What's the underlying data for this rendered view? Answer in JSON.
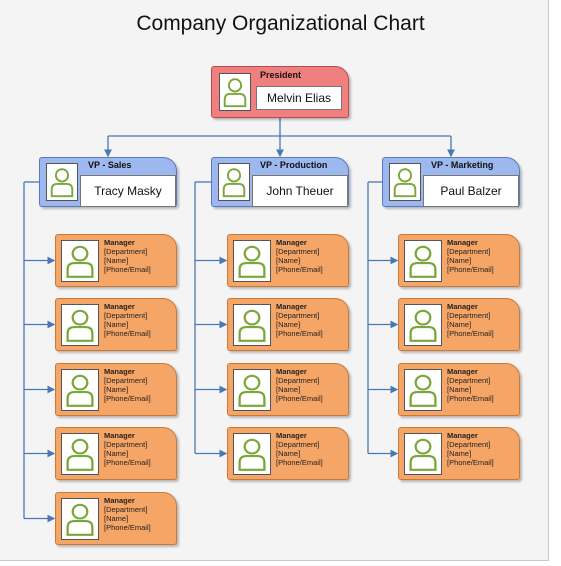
{
  "title": "Company Organizational Chart",
  "president": {
    "role": "President",
    "name": "Melvin Elias"
  },
  "vps": [
    {
      "role": "VP - Sales",
      "name": "Tracy Masky"
    },
    {
      "role": "VP - Production",
      "name": "John Theuer"
    },
    {
      "role": "VP - Marketing",
      "name": "Paul Balzer"
    }
  ],
  "manager": {
    "title": "Manager",
    "department": "[Department]",
    "name": "[Name]",
    "contact": "[Phone/Email]"
  },
  "manager_counts": [
    5,
    4,
    4
  ],
  "icon": "person-icon",
  "colors": {
    "president": "#f08080",
    "vp": "#9db7ef",
    "manager": "#f5a566",
    "connector": "#4a78b5",
    "person_stroke": "#7aa63a"
  }
}
